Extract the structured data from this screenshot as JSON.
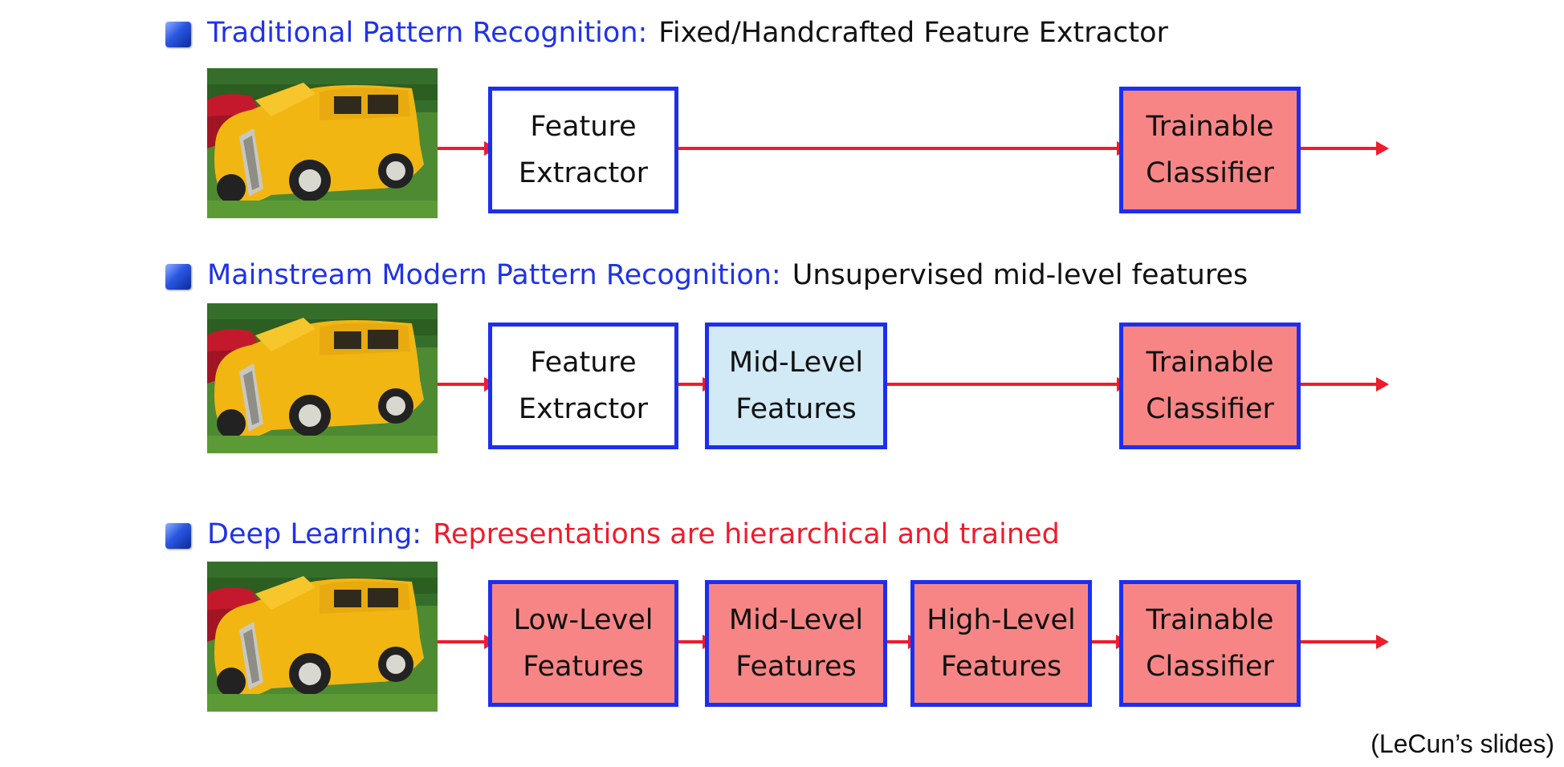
{
  "rows": [
    {
      "title_highlight": "Traditional Pattern Recognition:",
      "title_rest": "Fixed/Handcrafted Feature Extractor",
      "boxes": [
        {
          "line1": "Feature",
          "line2": "Extractor",
          "fill": "white"
        },
        {
          "line1": "Trainable",
          "line2": "Classifier",
          "fill": "red"
        }
      ]
    },
    {
      "title_highlight": "Mainstream Modern Pattern Recognition:",
      "title_rest": "Unsupervised mid-level features",
      "boxes": [
        {
          "line1": "Feature",
          "line2": "Extractor",
          "fill": "white"
        },
        {
          "line1": "Mid-Level",
          "line2": "Features",
          "fill": "blue"
        },
        {
          "line1": "Trainable",
          "line2": "Classifier",
          "fill": "red"
        }
      ]
    },
    {
      "title_highlight": "Deep Learning:",
      "title_rest": "Representations are hierarchical and trained",
      "boxes": [
        {
          "line1": "Low-Level",
          "line2": "Features",
          "fill": "red"
        },
        {
          "line1": "Mid-Level",
          "line2": "Features",
          "fill": "red"
        },
        {
          "line1": "High-Level",
          "line2": "Features",
          "fill": "red"
        },
        {
          "line1": "Trainable",
          "line2": "Classifier",
          "fill": "red"
        }
      ]
    }
  ],
  "credit": "(LeCun’s slides)",
  "colors": {
    "heading_blue": "#1f33e8",
    "heading_red": "#ee1c2c",
    "box_border": "#1c2ff0",
    "trainable_fill": "#f88585",
    "midlevel_fill": "#d2e9f6",
    "arrow": "#ee1c2c"
  },
  "icons": [
    "blue-square-bullet-icon",
    "car-photo"
  ]
}
